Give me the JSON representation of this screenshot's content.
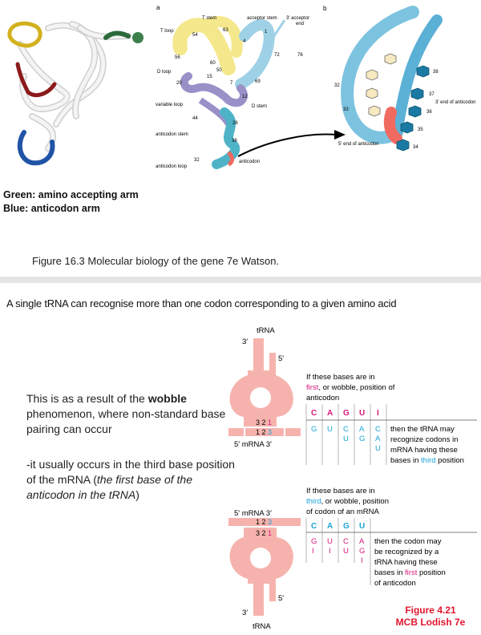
{
  "top_left": {
    "legend_green": "Green: amino accepting arm",
    "legend_blue": "Blue: anticodon arm"
  },
  "panel_a": {
    "letter": "a",
    "labels": {
      "t_stem": "T stem",
      "acceptor_stem": "acceptor stem",
      "three_acceptor": "3' acceptor",
      "end": "end",
      "t_loop": "T loop",
      "d_loop": "D loop",
      "variable_loop": "variable loop",
      "d_stem": "D stem",
      "anticodon_stem": "anticodon stem",
      "anticodon": "anticodon",
      "anticodon_loop": "anticodon loop"
    },
    "numbers": [
      "54",
      "63",
      "1",
      "4",
      "72",
      "76",
      "56",
      "60",
      "50",
      "15",
      "7",
      "20",
      "69",
      "12",
      "44",
      "26",
      "38",
      "32"
    ]
  },
  "panel_b": {
    "letter": "b",
    "numbers": [
      "38",
      "37",
      "36",
      "35",
      "34",
      "32",
      "33"
    ],
    "label_3end": "3' end of anticodon",
    "label_5end": "5' end of anticodon"
  },
  "caption_top": "Figure 16.3 Molecular biology of the gene 7e Watson.",
  "headline": "A single tRNA can recognise more than one codon corresponding to a given amino acid",
  "para1": {
    "pre": "This is as a result of the ",
    "bold": "wobble",
    "post": " phenomenon, where non-standard base pairing can occur"
  },
  "para2": {
    "pre": "-it usually occurs in the third base position of the mRNA (",
    "italic": "the first base of the anticodon in the tRNA",
    "post": ")"
  },
  "wobble_top": {
    "trna_label": "tRNA",
    "three_prime": "3′",
    "five_prime": "5′",
    "anticodon_12": "3 2 ",
    "anticodon_1": "1",
    "mrna_12": "1 2 ",
    "mrna_3": "3",
    "mrna_label": "5′  mRNA  3′",
    "intro_1": "If these bases are in",
    "intro_2a": "first",
    "intro_2b": ", or wobble, position of",
    "intro_3": "anticodon",
    "headers": [
      "C",
      "A",
      "G",
      "U",
      "I"
    ],
    "col_values": [
      [
        "G"
      ],
      [
        "U"
      ],
      [
        "C",
        "U"
      ],
      [
        "A",
        "G"
      ],
      [
        "C",
        "A",
        "U"
      ]
    ],
    "result_1": "then the tRNA may",
    "result_2": "recognize codons in",
    "result_3": "mRNA having these",
    "result_4a": "bases in ",
    "result_4b": "third",
    "result_4c": " position"
  },
  "wobble_bottom": {
    "trna_label": "tRNA",
    "three_prime": "3′",
    "five_prime": "5′",
    "anticodon_12": "3 2 ",
    "anticodon_1": "1",
    "mrna_12": "1 2 ",
    "mrna_3": "3",
    "mrna_label": "5′  mRNA  3′",
    "intro_1": "If these bases are in",
    "intro_2a": "third",
    "intro_2b": ", or wobble, position",
    "intro_3": "of codon of an mRNA",
    "headers": [
      "C",
      "A",
      "G",
      "U"
    ],
    "col_values": [
      [
        "G",
        "I"
      ],
      [
        "U",
        "I"
      ],
      [
        "C",
        "U"
      ],
      [
        "A",
        "G",
        "I"
      ]
    ],
    "result_1": "then the codon may",
    "result_2": "be recognized by a",
    "result_3": "tRNA having these",
    "result_4a": "bases in ",
    "result_4b": "first",
    "result_4c": " position",
    "result_5": "of anticodon"
  },
  "figure_caption_1": "Figure 4.21",
  "figure_caption_2": "MCB Lodish 7e",
  "colors": {
    "magenta": "#d6177a",
    "cyan": "#1aa3d9",
    "salmon": "#f6b3ad",
    "red": "#e2142d",
    "yellow": "#f5e88c",
    "purple": "#9a90c8",
    "teal": "#4fb3c8"
  }
}
